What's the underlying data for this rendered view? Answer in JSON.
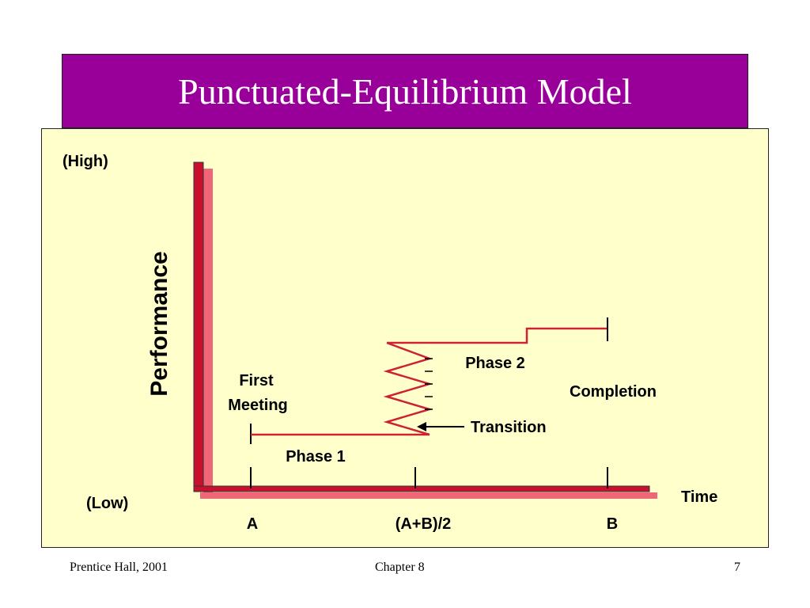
{
  "slide": {
    "title": "Punctuated-Equilibrium Model"
  },
  "diagram": {
    "y_high": "(High)",
    "y_low": "(Low)",
    "y_axis_label": "Performance",
    "x_axis_label": "Time",
    "x_ticks": [
      "A",
      "(A+B)/2",
      "B"
    ],
    "first_meeting_line1": "First",
    "first_meeting_line2": "Meeting",
    "phase1": "Phase 1",
    "phase2": "Phase 2",
    "transition": "Transition",
    "completion": "Completion",
    "colors": {
      "axis_dark": "#c8102e",
      "axis_shadow": "#ee6677",
      "line": "#cc2233",
      "title_bg": "#990099",
      "panel_bg": "#ffffcc"
    }
  },
  "footer": {
    "left": "Prentice Hall, 2001",
    "center": "Chapter 8",
    "page": "7"
  }
}
